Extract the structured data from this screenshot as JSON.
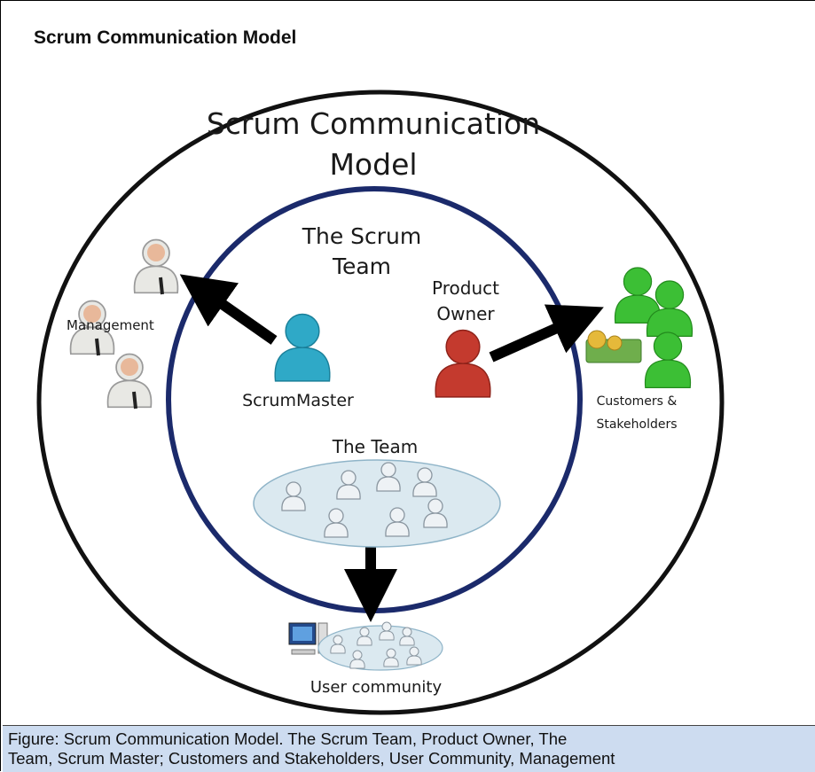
{
  "header": {
    "title": "Scrum Communication Model"
  },
  "diagram": {
    "title_line1": "Scrum Communication",
    "title_line2": "Model",
    "team_title_line1": "The Scrum",
    "team_title_line2": "Team",
    "product_owner_line1": "Product",
    "product_owner_line2": "Owner",
    "scrum_master": "ScrumMaster",
    "the_team": "The Team",
    "management": "Management",
    "customers_line1": "Customers &",
    "customers_line2": "Stakeholders",
    "user_community": "User community"
  },
  "colors": {
    "outer_circle": "#111111",
    "inner_circle": "#1b2a6b",
    "scrum_master": "#2fa9c7",
    "product_owner": "#c43a2e",
    "customers": "#3cbf35",
    "management": "#e8b89a",
    "team": "#e8eef3",
    "caption_bg": "#cddcf0"
  },
  "caption": {
    "line1": "Figure: Scrum Communication Model. The Scrum Team, Product Owner, The",
    "line2": "Team, Scrum Master; Customers and Stakeholders, User Community, Management"
  }
}
